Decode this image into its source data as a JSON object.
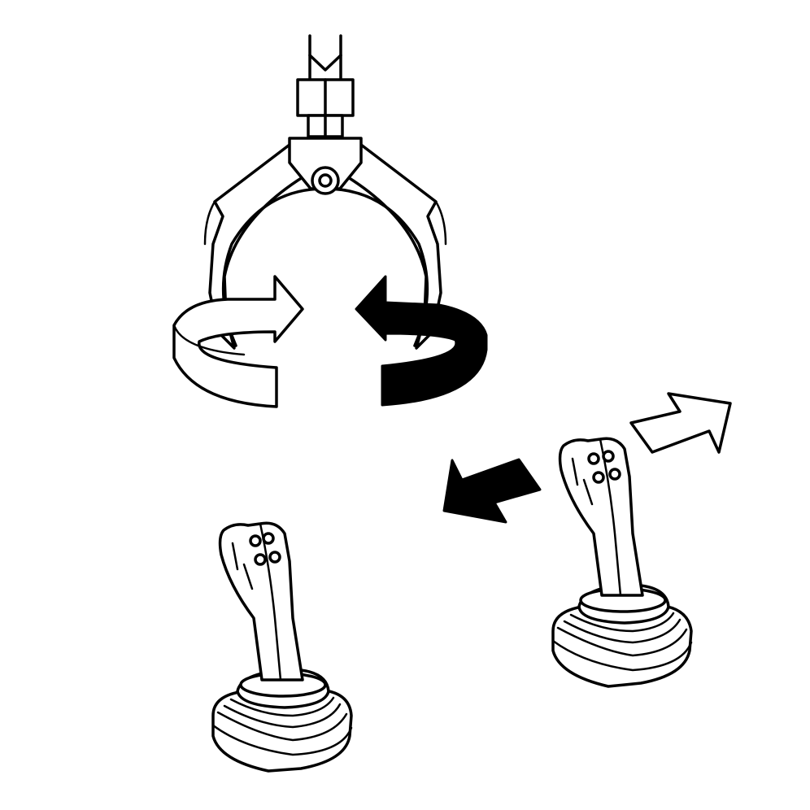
{
  "figure": {
    "kind": "line-drawing",
    "theme": {
      "stroke": "#000000",
      "background": "#ffffff"
    },
    "components": {
      "grapple": {
        "icon": "grapple-claw-icon"
      },
      "rotation": {
        "clockwise_icon": "rotate-right-arrow-icon",
        "counterclockwise_icon": "rotate-left-arrow-icon"
      },
      "joysticks": [
        {
          "icon": "joystick-icon"
        },
        {
          "icon": "joystick-icon"
        }
      ],
      "direction_arrows": [
        {
          "icon": "arrow-left-down-icon",
          "style": "filled"
        },
        {
          "icon": "arrow-right-up-icon",
          "style": "outline"
        }
      ]
    }
  }
}
